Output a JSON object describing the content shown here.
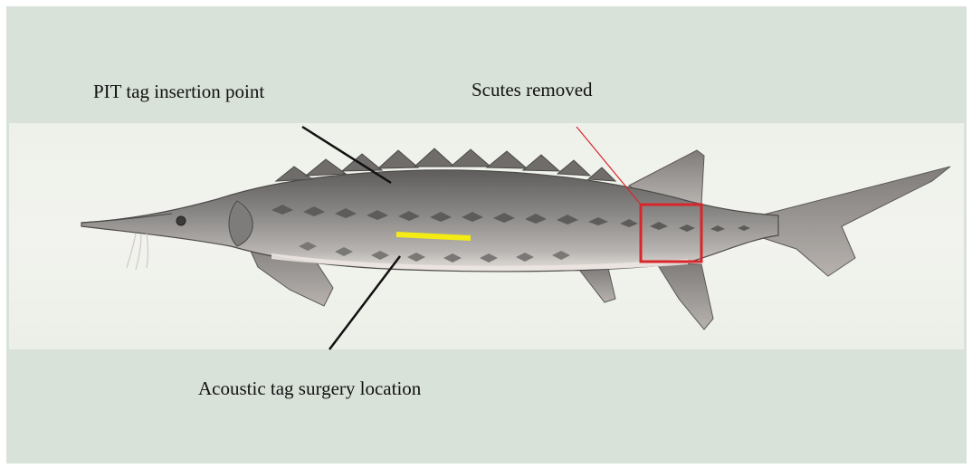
{
  "labels": {
    "pit_tag": "PIT tag insertion point",
    "scutes": "Scutes removed",
    "acoustic_tag": "Acoustic tag surgery location"
  },
  "colors": {
    "background_panel": "#d9e2d9",
    "fish_body": "#8a8886",
    "fish_belly": "#e8e2de",
    "scute_box": "#d9262a",
    "surgery_mark": "#f4ec12",
    "pointer_line_dark": "#111111",
    "pointer_line_red": "#d9262a"
  },
  "icons": {
    "fish_illustration": "sturgeon-illustration"
  }
}
